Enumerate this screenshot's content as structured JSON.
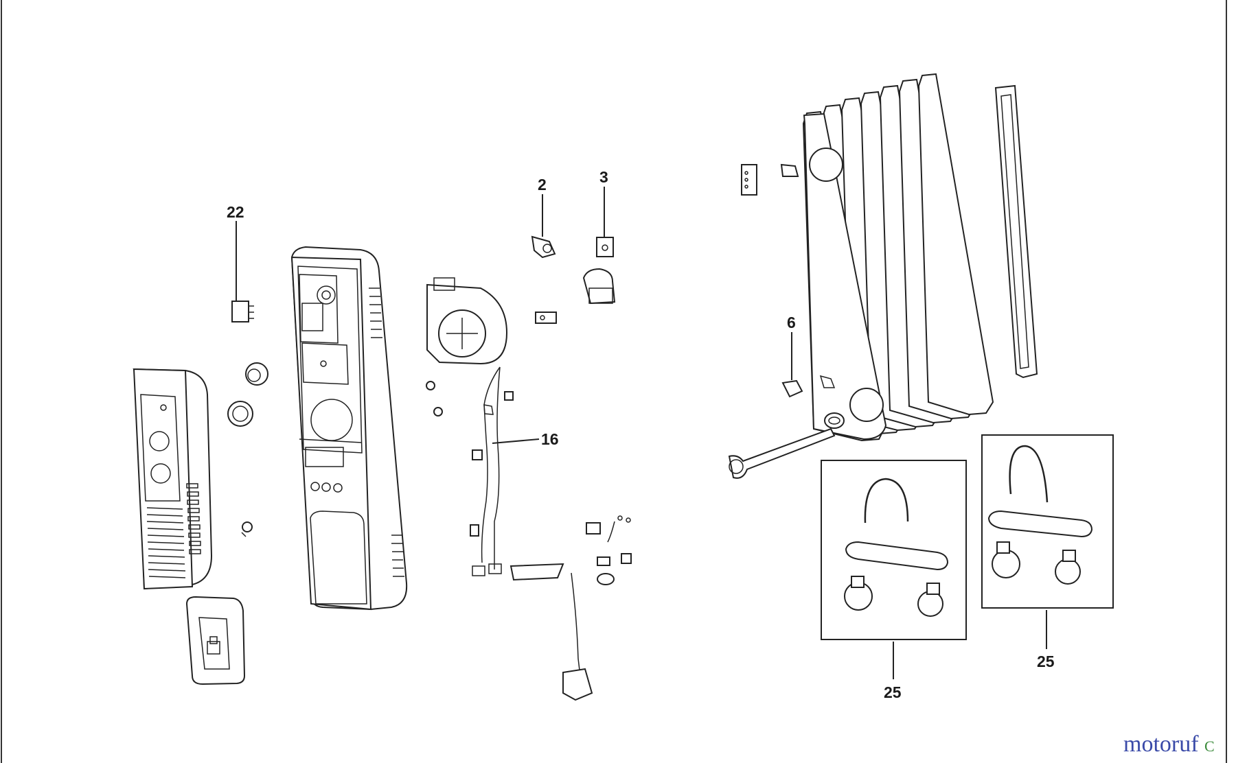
{
  "callouts": {
    "c22": "22",
    "c2": "2",
    "c3": "3",
    "c6": "6",
    "c16": "16",
    "c25a": "25",
    "c25b": "25"
  },
  "watermark": {
    "text": "motoruf",
    "suffix_mark": "C",
    "colors": [
      "#3a4aa8",
      "#d03a2a",
      "#e0a020",
      "#3a8a3a"
    ]
  }
}
